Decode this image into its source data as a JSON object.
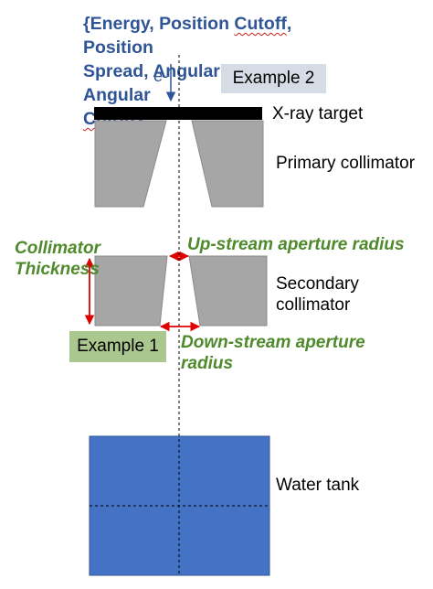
{
  "beam_params": {
    "brace_open": "{",
    "line1_a": "Energy, Position ",
    "line1_b": "Cutoff",
    "line1_c": ", Position",
    "line2": "Spread, Angular Spread, Angular",
    "line3_a": "Cutoff",
    "line3_b": "}"
  },
  "beam_label": "e-",
  "example2_label": "Example 2",
  "example1_label": "Example 1",
  "xray_target_label": "X-ray target",
  "primary_collimator_label": "Primary collimator",
  "secondary_collimator_label": "Secondary collimator",
  "water_tank_label": "Water tank",
  "collimator_thickness_label": "Collimator Thickness",
  "upstream_radius_label": "Up-stream aperture radius",
  "downstream_radius_label": "Down-stream aperture radius",
  "colors": {
    "param_text": "#2F5597",
    "annotation_green": "#4E8A2C",
    "arrow_red": "#E00000",
    "collimator_gray": "#A6A6A6",
    "target_black": "#000000",
    "water_blue": "#4472C4",
    "example1_bg": "#A9C78E",
    "example2_bg": "#D6DCE5"
  }
}
